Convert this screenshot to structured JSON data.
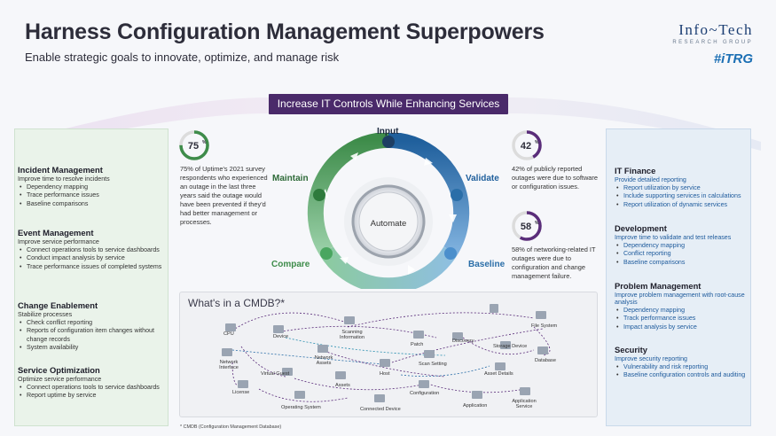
{
  "header": {
    "title": "Harness Configuration Management Superpowers",
    "subtitle": "Enable strategic goals to innovate, optimize, and manage risk"
  },
  "logo": {
    "name": "Info~Tech",
    "sub": "RESEARCH GROUP",
    "tag": "#iTRG"
  },
  "banner": "Increase IT Controls While Enhancing Services",
  "left_sections": [
    {
      "title": "Incident Management",
      "intro": "Improve time to resolve incidents",
      "items": [
        "Dependency mapping",
        "Trace performance issues",
        "Baseline comparisons"
      ]
    },
    {
      "title": "Event Management",
      "intro": "Improve service performance",
      "items": [
        "Connect operations tools to service dashboards",
        "Conduct impact analysis by service",
        "Trace performance issues of completed systems"
      ]
    },
    {
      "title": "Change Enablement",
      "intro": "Stabilize processes",
      "items": [
        "Check conflict reporting",
        "Reports of configuration item changes without change records",
        "System availability"
      ]
    },
    {
      "title": "Service Optimization",
      "intro": "Optimize service performance",
      "items": [
        "Connect operations tools to service dashboards",
        "Report uptime by service"
      ]
    }
  ],
  "right_sections": [
    {
      "title": "IT Finance",
      "intro": "Provide detailed reporting",
      "items": [
        "Report utilization by service",
        "Include supporting services in calculations",
        "Report utilization of dynamic services"
      ]
    },
    {
      "title": "Development",
      "intro": "Improve time to validate and test releases",
      "items": [
        "Dependency mapping",
        "Conflict reporting",
        "Baseline comparisons"
      ]
    },
    {
      "title": "Problem Management",
      "intro": "Improve problem management with root-cause analysis",
      "items": [
        "Dependency mapping",
        "Track performance issues",
        "Impact analysis by service"
      ]
    },
    {
      "title": "Security",
      "intro": "Improve security reporting",
      "items": [
        "Vulnerability and risk reporting",
        "Baseline configuration controls and auditing"
      ]
    }
  ],
  "stats": [
    {
      "value": "75",
      "unit": "%",
      "fraction": 0.75,
      "color": "#3e8c4a",
      "text": "75% of Uptime's 2021 survey respondents who experienced an outage in the last three years said the outage would have been prevented if they'd had better management or processes."
    },
    {
      "value": "42",
      "unit": "%",
      "fraction": 0.42,
      "color": "#5a2d7a",
      "text": "42% of publicly reported outages were due to software or configuration issues."
    },
    {
      "value": "58",
      "unit": "%",
      "fraction": 0.58,
      "color": "#5a2d7a",
      "text": "58% of networking-related IT outages were due to configuration and change management failure."
    }
  ],
  "cycle": {
    "center": "Automate",
    "steps": [
      "Input",
      "Validate",
      "Baseline",
      "Compare",
      "Maintain"
    ]
  },
  "cmdb": {
    "title": "What's in a CMDB?*",
    "nodes": [
      "CPU",
      "Device",
      "Scanning Information",
      "Patch",
      "Discovery",
      "File System",
      "Storage Device",
      "Network Interface",
      "Network Assets",
      "Host",
      "Scan Setting",
      "Database",
      "Virtual Guest",
      "Assets",
      "Asset Details",
      "License",
      "Configuration",
      "Operating System",
      "Connected Device",
      "Application",
      "Application Service"
    ],
    "footnote": "* CMDB (Configuration Management Database)"
  },
  "colors": {
    "green": "#3e8c4a",
    "blue": "#2a6ea8",
    "purple": "#4a2a6a"
  }
}
